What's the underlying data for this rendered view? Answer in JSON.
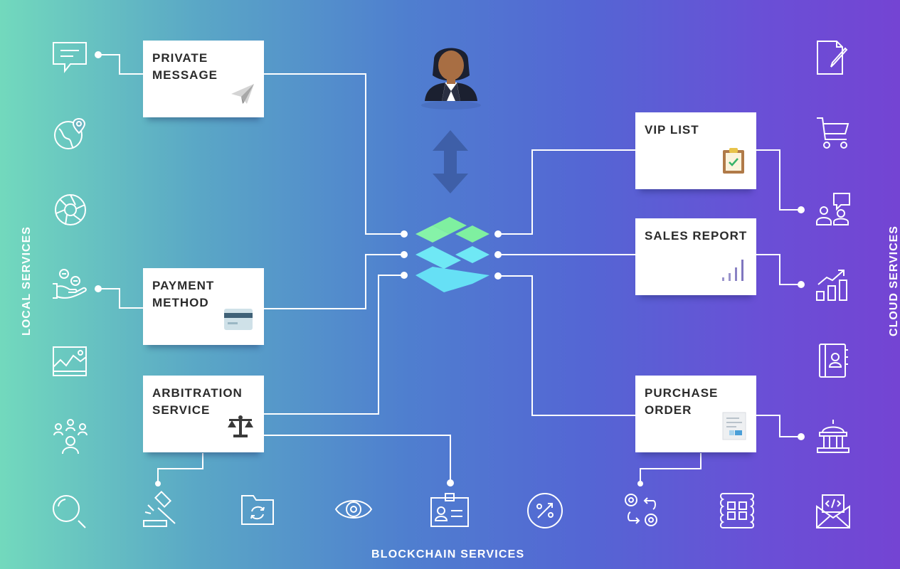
{
  "cards": {
    "private_message": "PRIVATE\nMESSAGE",
    "payment_method": "PAYMENT\nMETHOD",
    "arbitration_service": "ARBITRATION\nSERVICE",
    "vip_list": "VIP LIST",
    "sales_report": "SALES REPORT",
    "purchase_order": "PURCHASE\nORDER"
  },
  "groups": {
    "local_services": "LOCAL SERVICES",
    "cloud_services": "CLOUD SERVICES",
    "blockchain_services": "BLOCKCHAIN SERVICES"
  },
  "icons": {
    "left": [
      "chat-bubble-icon",
      "globe-location-icon",
      "shutter-icon",
      "hand-coins-icon",
      "map-chart-icon",
      "people-group-icon"
    ],
    "right": [
      "document-edit-icon",
      "shopping-cart-icon",
      "presentation-icon",
      "growth-chart-icon",
      "contact-book-icon",
      "government-building-icon"
    ],
    "bottom": [
      "search-icon",
      "gavel-icon",
      "folder-sync-icon",
      "eye-icon",
      "id-badge-icon",
      "percent-icon",
      "exchange-icon",
      "app-grid-icon",
      "code-mail-icon"
    ]
  },
  "colors": {
    "gradient_left": "#72d9bd",
    "gradient_right": "#7444d3",
    "connector": "#ffffff",
    "hub_green": "#7ff0a0",
    "hub_cyan": "#6fe8f5",
    "arrow": "#3e5fa8"
  }
}
